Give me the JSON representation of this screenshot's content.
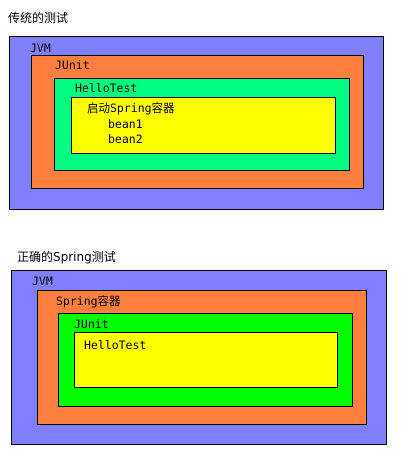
{
  "diagram1": {
    "title": "传统的测试",
    "jvm_label": "JVM",
    "junit_label": "JUnit",
    "hellotest_label": "HelloTest",
    "spring_label": "启动Spring容器",
    "bean1_label": "bean1",
    "bean2_label": "bean2"
  },
  "diagram2": {
    "title": "正确的Spring测试",
    "jvm_label": "JVM",
    "spring_label": "Spring容器",
    "junit_label": "JUnit",
    "hellotest_label": "HelloTest"
  },
  "colors": {
    "jvm": "#8080ff",
    "outer_orange": "#ff7f3f",
    "hellotest_green": "#00ff80",
    "junit_green": "#00ff00",
    "inner_yellow": "#ffff00"
  }
}
